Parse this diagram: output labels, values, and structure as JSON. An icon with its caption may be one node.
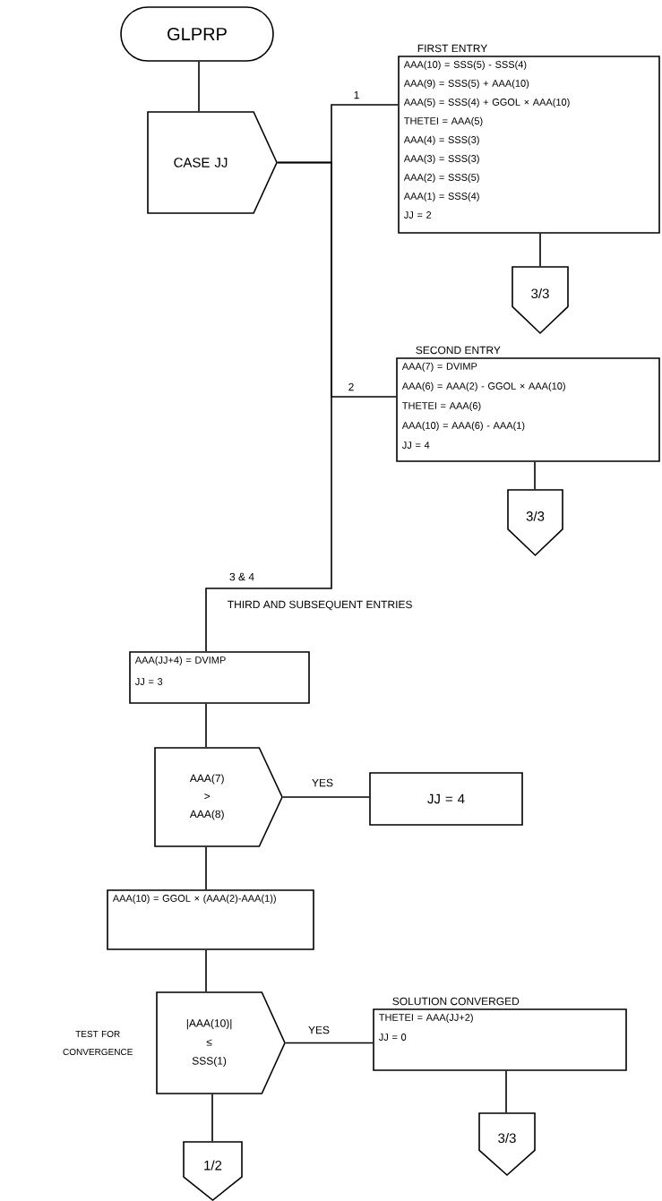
{
  "diagram": {
    "nodes": [
      {
        "text": [
          "GLPRP"
        ]
      },
      {
        "text": [
          "CASE JJ"
        ]
      },
      {
        "text": [
          "FIRST ENTRY",
          "AAA(10) = SSS(5) - SSS(4)",
          "AAA(9) = SSS(5) + AAA(10)",
          "AAA(5) = SSS(4) + GGOL × AAA(10)",
          "THETEI = AAA(5)",
          "AAA(4) = SSS(3)",
          "AAA(3) = SSS(3)",
          "AAA(2) = SSS(5)",
          "AAA(1) = SSS(4)",
          "JJ = 2"
        ]
      },
      {
        "text": [
          "3/3"
        ]
      },
      {
        "text": [
          "SECOND ENTRY",
          "AAA(7) = DVIMP",
          "AAA(6) = AAA(2) - GGOL × AAA(10)",
          "THETEI = AAA(6)",
          "AAA(10) = AAA(6) - AAA(1)",
          "JJ = 4"
        ]
      },
      {
        "text": [
          "3/3"
        ]
      },
      {
        "text": [
          "AAA(JJ+4) = DVIMP",
          "JJ = 3"
        ]
      },
      {
        "text": [
          "AAA(7)",
          ">",
          "AAA(8)"
        ]
      },
      {
        "text": [
          "JJ = 4"
        ]
      },
      {
        "text": [
          "AAA(10) = GGOL × (AAA(2)-AAA(1))"
        ]
      },
      {
        "text": [
          "|AAA(10)|",
          "≤",
          "SSS(1)"
        ],
        "beside": [
          "TEST FOR CONVERGENCE"
        ]
      },
      {
        "text": [
          "SOLUTION CONVERGED",
          "THETEI = AAA(JJ+2)",
          "JJ = 0"
        ]
      },
      {
        "text": [
          "3/3"
        ]
      },
      {
        "text": [
          "1/2"
        ]
      }
    ],
    "edges": [
      {
        "from": 0,
        "to": 1,
        "arrow": "none"
      },
      {
        "from": 1,
        "to": 2,
        "arrow": "none",
        "label": "1"
      },
      {
        "from": 1,
        "to": 4,
        "arrow": "none",
        "label": "2"
      },
      {
        "from": 1,
        "to": 6,
        "arrow": "none",
        "label": "3 & 4"
      },
      {
        "from": 2,
        "to": 3,
        "arrow": "none"
      },
      {
        "from": 4,
        "to": 5,
        "arrow": "none"
      },
      {
        "from": 6,
        "to": 7,
        "arrow": "none"
      },
      {
        "from": 7,
        "to": 8,
        "arrow": "none",
        "label": "YES"
      },
      {
        "from": 7,
        "to": 9,
        "arrow": "none"
      },
      {
        "from": 9,
        "to": 10,
        "arrow": "none"
      },
      {
        "from": 10,
        "to": 11,
        "arrow": "none",
        "label": "YES"
      },
      {
        "from": 11,
        "to": 12,
        "arrow": "none"
      },
      {
        "from": 10,
        "to": 13,
        "arrow": "none"
      }
    ],
    "labels": [
      "THIRD AND SUBSEQUENT ENTRIES"
    ]
  }
}
